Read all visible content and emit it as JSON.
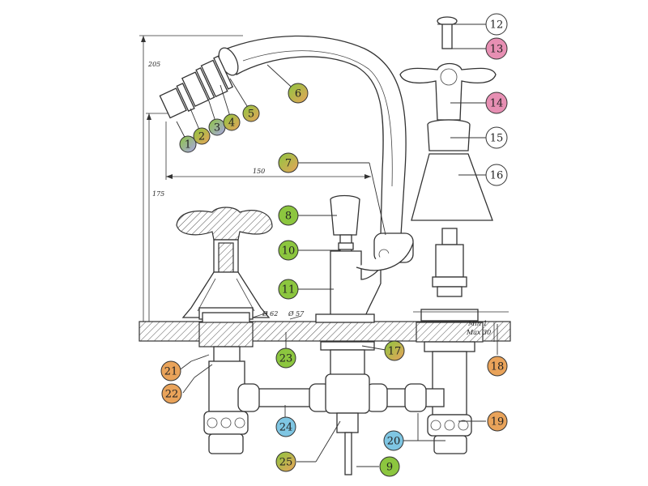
{
  "colors": {
    "green": "#8cc63f",
    "orange": "#e9a35a",
    "pink": "#e78fb3",
    "blue": "#7fc6e3",
    "lavender": "#a9a3e8",
    "white": "#ffffff"
  },
  "dimensions": {
    "d205": "205",
    "d175": "175",
    "d150": "150",
    "d62": "Ø 62",
    "d57": "Ø 57",
    "min": "Min 1",
    "max": "Max 30"
  },
  "callouts": [
    {
      "id": "c1",
      "label": "1",
      "fill": "#8cc63f",
      "fill2": "#a9a3e8"
    },
    {
      "id": "c2",
      "label": "2",
      "fill": "#8cc63f",
      "fill2": "#e9a35a"
    },
    {
      "id": "c3",
      "label": "3",
      "fill": "#8cc63f",
      "fill2": "#a9a3e8"
    },
    {
      "id": "c4",
      "label": "4",
      "fill": "#8cc63f",
      "fill2": "#e9a35a"
    },
    {
      "id": "c5",
      "label": "5",
      "fill": "#8cc63f",
      "fill2": "#e9a35a"
    },
    {
      "id": "c6",
      "label": "6",
      "fill": "#8cc63f",
      "fill2": "#e9a35a"
    },
    {
      "id": "c7",
      "label": "7",
      "fill": "#8cc63f",
      "fill2": "#e9a35a"
    },
    {
      "id": "c8",
      "label": "8",
      "fill": "#8cc63f",
      "fill2": "#8cc63f"
    },
    {
      "id": "c9",
      "label": "9",
      "fill": "#8cc63f",
      "fill2": "#8cc63f"
    },
    {
      "id": "c10",
      "label": "10",
      "fill": "#8cc63f",
      "fill2": "#8cc63f"
    },
    {
      "id": "c11",
      "label": "11",
      "fill": "#8cc63f",
      "fill2": "#8cc63f"
    },
    {
      "id": "c12",
      "label": "12",
      "fill": "#ffffff",
      "fill2": "#ffffff"
    },
    {
      "id": "c13",
      "label": "13",
      "fill": "#e78fb3",
      "fill2": "#e78fb3"
    },
    {
      "id": "c14",
      "label": "14",
      "fill": "#e78fb3",
      "fill2": "#e78fb3"
    },
    {
      "id": "c15",
      "label": "15",
      "fill": "#ffffff",
      "fill2": "#ffffff"
    },
    {
      "id": "c16",
      "label": "16",
      "fill": "#ffffff",
      "fill2": "#ffffff"
    },
    {
      "id": "c17",
      "label": "17",
      "fill": "#8cc63f",
      "fill2": "#e9a35a"
    },
    {
      "id": "c18",
      "label": "18",
      "fill": "#e9a35a",
      "fill2": "#e9a35a"
    },
    {
      "id": "c19",
      "label": "19",
      "fill": "#e9a35a",
      "fill2": "#e9a35a"
    },
    {
      "id": "c20",
      "label": "20",
      "fill": "#7fc6e3",
      "fill2": "#7fc6e3"
    },
    {
      "id": "c21",
      "label": "21",
      "fill": "#e9a35a",
      "fill2": "#e9a35a"
    },
    {
      "id": "c22",
      "label": "22",
      "fill": "#e9a35a",
      "fill2": "#e9a35a"
    },
    {
      "id": "c23",
      "label": "23",
      "fill": "#8cc63f",
      "fill2": "#8cc63f"
    },
    {
      "id": "c24",
      "label": "24",
      "fill": "#7fc6e3",
      "fill2": "#7fc6e3"
    },
    {
      "id": "c25",
      "label": "25",
      "fill": "#8cc63f",
      "fill2": "#e9a35a"
    }
  ]
}
